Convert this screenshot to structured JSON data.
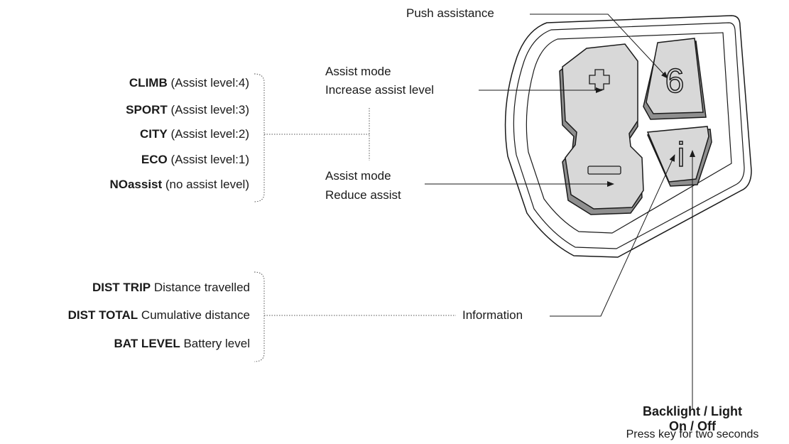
{
  "assist_modes": [
    {
      "name": "CLIMB",
      "desc": "(Assist level:4)"
    },
    {
      "name": "SPORT",
      "desc": "(Assist level:3)"
    },
    {
      "name": "CITY",
      "desc": "(Assist level:2)"
    },
    {
      "name": "ECO",
      "desc": "(Assist level:1)"
    },
    {
      "name": "NOassist",
      "desc": "(no assist level)"
    }
  ],
  "info_items": [
    {
      "name": "DIST TRIP",
      "desc": "Distance travelled"
    },
    {
      "name": "DIST TOTAL",
      "desc": "Cumulative distance"
    },
    {
      "name": "BAT LEVEL",
      "desc": "Battery level"
    }
  ],
  "callouts": {
    "push_assistance": "Push assistance",
    "increase_line1": "Assist mode",
    "increase_line2": "Increase assist level",
    "reduce_line1": "Assist mode",
    "reduce_line2": "Reduce assist",
    "information": "Information",
    "backlight_line1": "Backlight / Light",
    "backlight_line2": "On / Off",
    "backlight_line3": "Press key for two seconds"
  },
  "keys": {
    "walk_key": "6",
    "info_key": "i"
  }
}
